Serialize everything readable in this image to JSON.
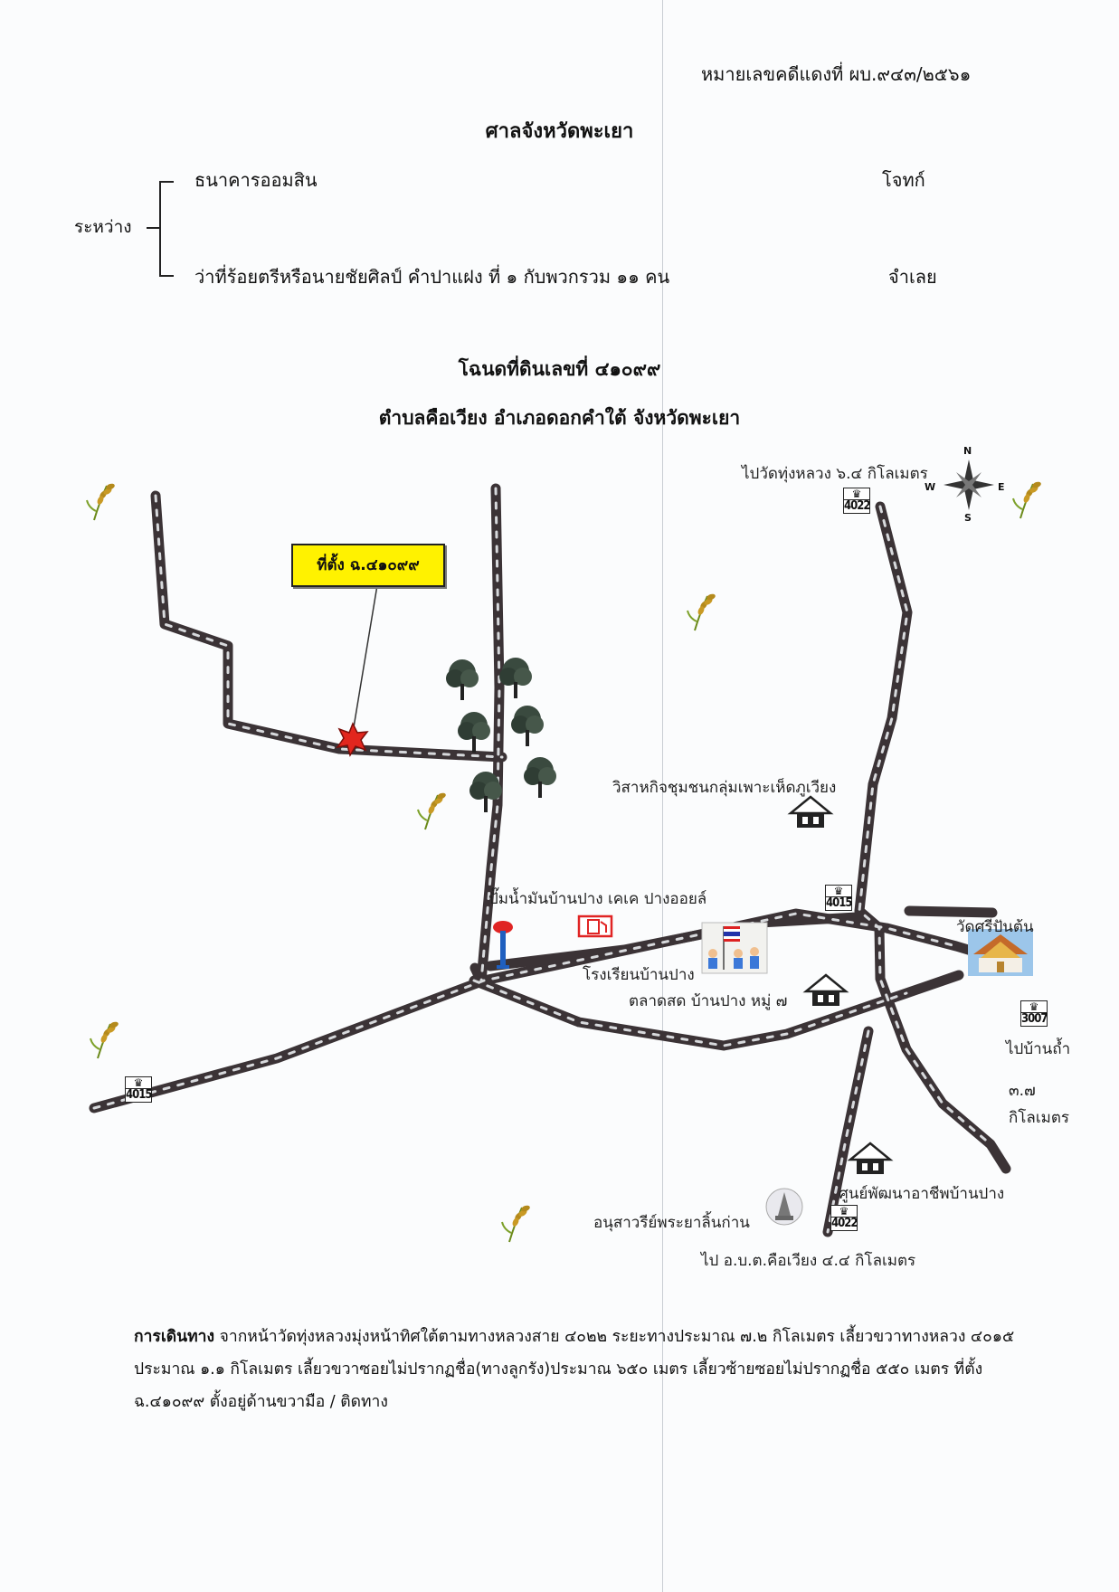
{
  "header": {
    "case_number": "หมายเลขคดีแดงที่ ผบ.๙๔๓/๒๕๖๑",
    "court": "ศาลจังหวัดพะเยา",
    "between_label": "ระหว่าง",
    "plaintiff": "ธนาคารออมสิน",
    "plaintiff_role": "โจทก์",
    "defendant": "ว่าที่ร้อยตรีหรือนายชัยศิลป์ คำปาแฝง ที่ ๑ กับพวกรวม ๑๑ คน",
    "defendant_role": "จำเลย",
    "deed": "โฉนดที่ดินเลขที่ ๔๑๐๙๙",
    "location": "ตำบลคือเวียง อำเภอดอกคำใต้ จังหวัดพะเยา"
  },
  "map": {
    "site_callout": "ที่ตั้ง ฉ.๔๑๐๙๙",
    "compass": {
      "n": "N",
      "s": "S",
      "e": "E",
      "w": "W"
    },
    "labels": {
      "to_wat_thung_luang": "ไปวัดทุ่งหลวง ๖.๔ กิโลเมตร",
      "mushroom_enterprise": "วิสาหกิจชุมชนกลุ่มเพาะเห็ดภูเวียง",
      "gas_station": "ปั๊มน้ำมันบ้านปาง เคเค ปางออยล์",
      "school": "โรงเรียนบ้านปาง",
      "market": "ตลาดสด บ้านปาง หมู่ ๗",
      "wat_si_pin_ton": "วัดศรีปันต้น",
      "to_ban_tham": "ไปบ้านถ้ำ",
      "to_ban_tham_dist": "๓.๗",
      "to_ban_tham_unit": "กิโลเมตร",
      "career_center": "ศูนย์พัฒนาอาชีพบ้านปาง",
      "monument": "อนุสาวรีย์พระยาลิ้นก่าน",
      "to_obt": "ไป อ.บ.ต.คือเวียง ๔.๔ กิโลเมตร"
    },
    "road_shields": {
      "r4022_north": "4022",
      "r4015_east": "4015",
      "r4015_west": "4015",
      "r3007": "3007",
      "r4022_south": "4022"
    },
    "icons": [
      "rice-plant-icon",
      "tree-icon",
      "house-icon",
      "star-marker-icon",
      "water-tower-icon",
      "fuel-pump-icon",
      "school-flag-icon",
      "temple-icon",
      "monument-icon",
      "compass-rose-icon"
    ]
  },
  "directions": {
    "lead": "การเดินทาง",
    "text": " จากหน้าวัดทุ่งหลวงมุ่งหน้าทิศใต้ตามทางหลวงสาย ๔๐๒๒ ระยะทางประมาณ ๗.๒ กิโลเมตร เลี้ยวขวาทางหลวง ๔๐๑๕ ประมาณ ๑.๑ กิโลเมตร เลี้ยวขวาซอยไม่ปรากฏชื่อ(ทางลูกรัง)ประมาณ ๖๕๐ เมตร เลี้ยวซ้ายซอยไม่ปรากฏชื่อ ๕๕๐ เมตร ที่ตั้ง ฉ.๔๑๐๙๙ ตั้งอยู่ด้านขวามือ / ติดทาง"
  }
}
